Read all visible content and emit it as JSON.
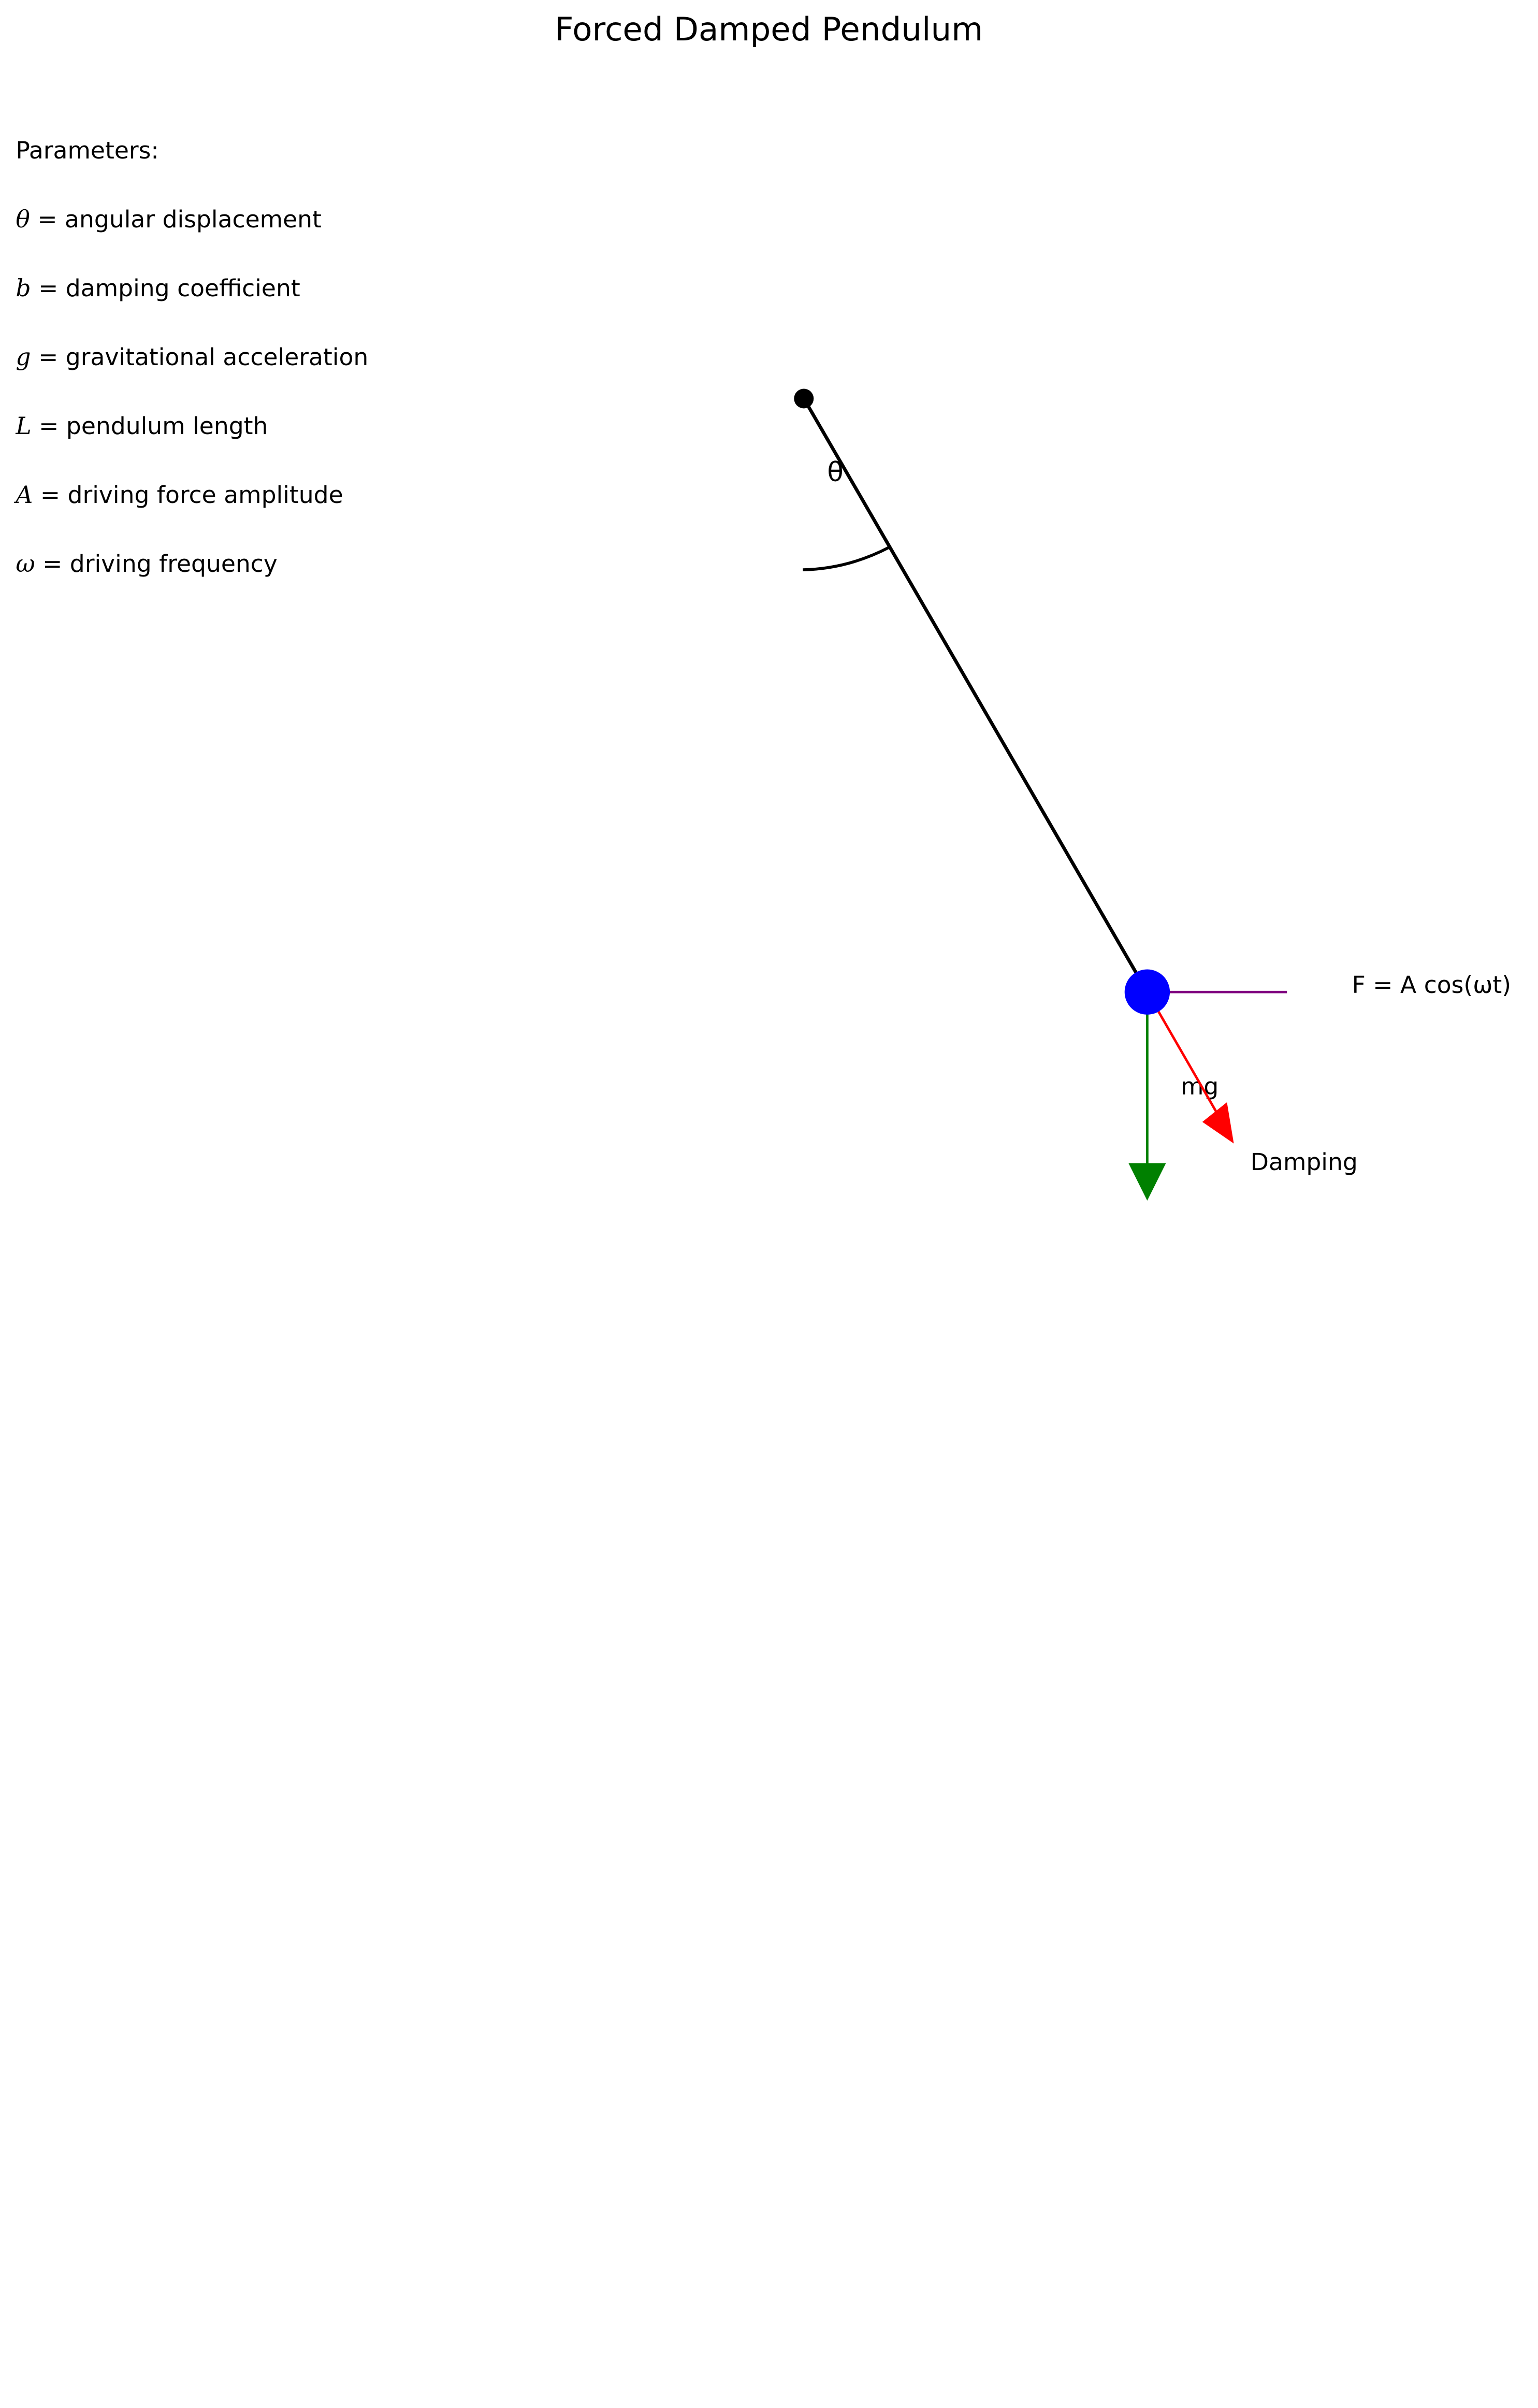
{
  "title": "Forced Damped Pendulum",
  "parameters": {
    "heading": "Parameters:",
    "items": [
      {
        "symbol": "θ",
        "description": " = angular displacement"
      },
      {
        "symbol": "b",
        "description": " = damping coefficient"
      },
      {
        "symbol": "g",
        "description": " = gravitational acceleration"
      },
      {
        "symbol": "L",
        "description": " = pendulum length"
      },
      {
        "symbol": "A",
        "description": " = driving force amplitude"
      },
      {
        "symbol": "ω",
        "description": " = driving frequency"
      }
    ]
  },
  "diagram": {
    "angle_label": "θ",
    "driving_force_label": "F = A cos(ωt)",
    "gravity_label": "mg",
    "damping_label": "Damping",
    "colors": {
      "rod": "#000000",
      "pivot": "#000000",
      "bob": "#0000ff",
      "driving_force": "#800080",
      "gravity": "#008000",
      "damping": "#ff0000"
    }
  }
}
